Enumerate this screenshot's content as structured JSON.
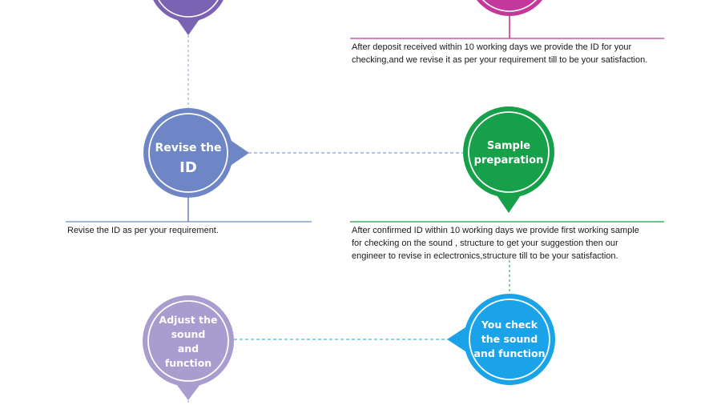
{
  "nodes": {
    "revise_id": {
      "label_lines": [
        "Revise the",
        "ID"
      ],
      "color": "#6f86c6"
    },
    "sample_preparation": {
      "label_lines": [
        "Sample",
        "preparation"
      ],
      "color": "#16a04a"
    },
    "adjust": {
      "label_lines": [
        "Adjust the",
        "sound",
        "and",
        "function"
      ],
      "color": "#a99ccf"
    },
    "you_check": {
      "label_lines": [
        "You check",
        "the sound",
        "and function"
      ],
      "color": "#1aa3e8"
    },
    "top_left": {
      "color": "#7c62b3"
    },
    "top_right": {
      "color": "#c3389a"
    }
  },
  "descriptions": {
    "deposit": {
      "lines": [
        "After deposit received within 10 working days we provide the ID for your",
        "checking,and we revise it as per your requirement till to be your satisfaction."
      ],
      "line_color": "#c3389a"
    },
    "revise": {
      "lines": [
        "Revise the  ID as per your requirement."
      ],
      "line_color": "#6f86c6"
    },
    "confirmed": {
      "lines": [
        "After confirmed ID within 10 working  days we provide first working sample",
        "for checking on the sound , structure to get your suggestion then our",
        "engineer to revise in eclectronics,structure till to be your satisfaction."
      ],
      "line_color": "#16a04a"
    }
  }
}
